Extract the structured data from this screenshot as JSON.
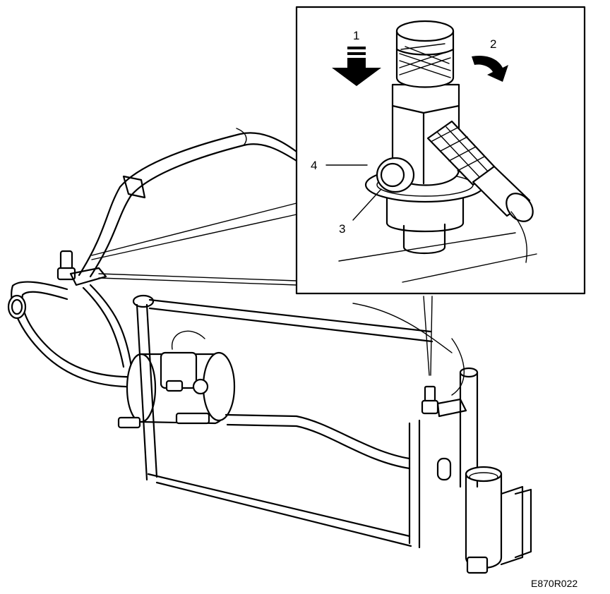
{
  "figure": {
    "callouts": [
      {
        "id": "1",
        "text": "1"
      },
      {
        "id": "2",
        "text": "2"
      },
      {
        "id": "3",
        "text": "3"
      },
      {
        "id": "4",
        "text": "4"
      }
    ],
    "reference_code": "E870R022"
  }
}
